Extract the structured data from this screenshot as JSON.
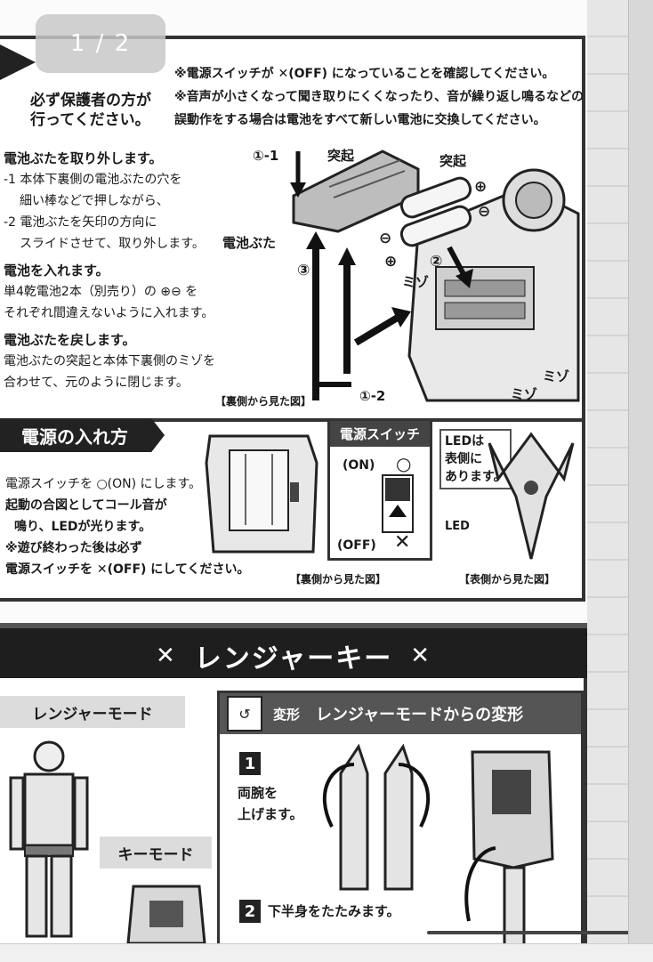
{
  "page_indicator": "1 / 2",
  "battery": {
    "guardian_note": [
      "必ず保護者の方が",
      "行ってください。"
    ],
    "notices": [
      "※電源スイッチが ✕(OFF) になっていることを確認してください。",
      "※音声が小さくなって聞き取りにくくなったり、音が繰り返し鳴るなどの",
      "誤動作をする場合は電池をすべて新しい電池に交換してください。"
    ],
    "steps": [
      {
        "title": "電池ぶたを取り外します。",
        "lines": [
          "-1 本体下裏側の電池ぶたの穴を",
          "細い棒などで押しながら、",
          "-2 電池ぶたを矢印の方向に",
          "スライドさせて、取り外します。"
        ]
      },
      {
        "title": "電池を入れます。",
        "lines": [
          "単4乾電池2本（別売り）の ⊕⊖ を",
          "それぞれ間違えないように入れます。"
        ]
      },
      {
        "title": "電池ぶたを戻します。",
        "lines": [
          "電池ぶたの突起と本体下裏側のミゾを",
          "合わせて、元のように閉じます。"
        ]
      }
    ],
    "diagram_labels": {
      "step1_1": "①-1",
      "step1_2": "①-2",
      "step2": "②",
      "step3": "③",
      "protrusion1": "突起",
      "protrusion2": "突起",
      "cover": "電池ぶた",
      "groove1": "ミゾ",
      "groove2": "ミゾ",
      "groove3": "ミゾ",
      "plus": "⊕",
      "minus": "⊖"
    },
    "caption": "【裏側から見た図】"
  },
  "power": {
    "title": "電源の入れ方",
    "lines": [
      "電源スイッチを ○(ON) にします。",
      "起動の合図としてコール音が",
      "鳴り、LEDが光ります。",
      "※遊び終わった後は必ず",
      "電源スイッチを ✕(OFF) にしてください。"
    ],
    "switch_title": "電源スイッチ",
    "on_label": "(ON)",
    "off_label": "(OFF)",
    "on_symbol": "○",
    "off_symbol": "✕",
    "led_note": [
      "LEDは",
      "表側に",
      "あります。"
    ],
    "led_label": "LED",
    "caption_back": "【裏側から見た図】",
    "caption_front": "【表側から見た図】"
  },
  "ranger_key": {
    "banner_title": "レンジャーキー",
    "ranger_mode_tab": "レンジャーモード",
    "key_mode_tab": "キーモード",
    "transform_icon_label": "変形",
    "transform_title": "レンジャーモードからの変形",
    "steps": [
      {
        "num": "1",
        "text": [
          "両腕を",
          "上げます。"
        ]
      },
      {
        "num": "2",
        "text": [
          "下半身をたたみます。"
        ]
      }
    ]
  }
}
